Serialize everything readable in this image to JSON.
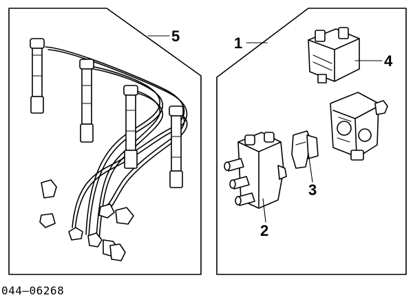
{
  "diagram": {
    "catalog_number": "044–06268",
    "callouts": {
      "one": "1",
      "two": "2",
      "three": "3",
      "four": "4",
      "five": "5"
    },
    "ink_color": "#000000",
    "paper_color": "#ffffff"
  }
}
